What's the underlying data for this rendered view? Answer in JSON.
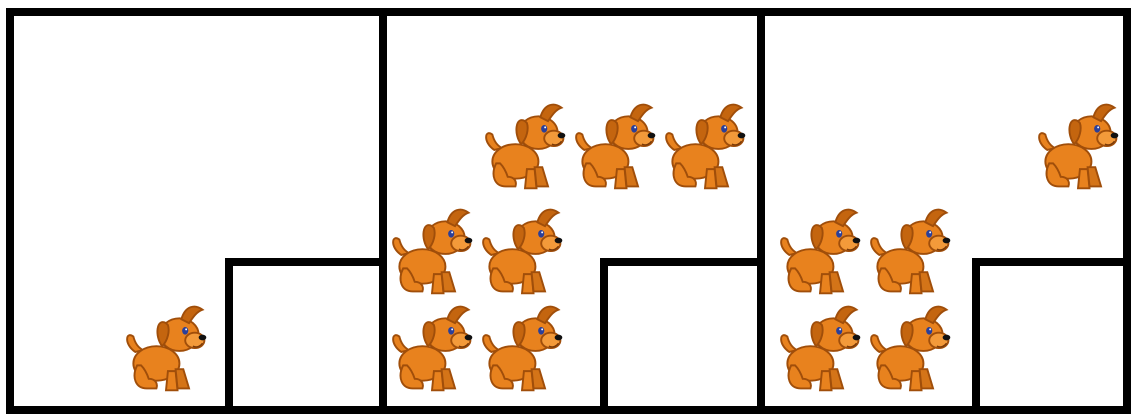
{
  "panels": [
    {
      "puppies": 1
    },
    {
      "puppies": 7
    },
    {
      "puppies": 5
    }
  ],
  "colors": {
    "background": "#ffffff",
    "frame": "#000000",
    "puppy_body": "#e8821e",
    "puppy_shade": "#c4650f",
    "puppy_outline": "#a04e0a",
    "puppy_eye": "#2a3f9a",
    "puppy_nose": "#111111"
  },
  "icon": "orange-puppy-icon"
}
